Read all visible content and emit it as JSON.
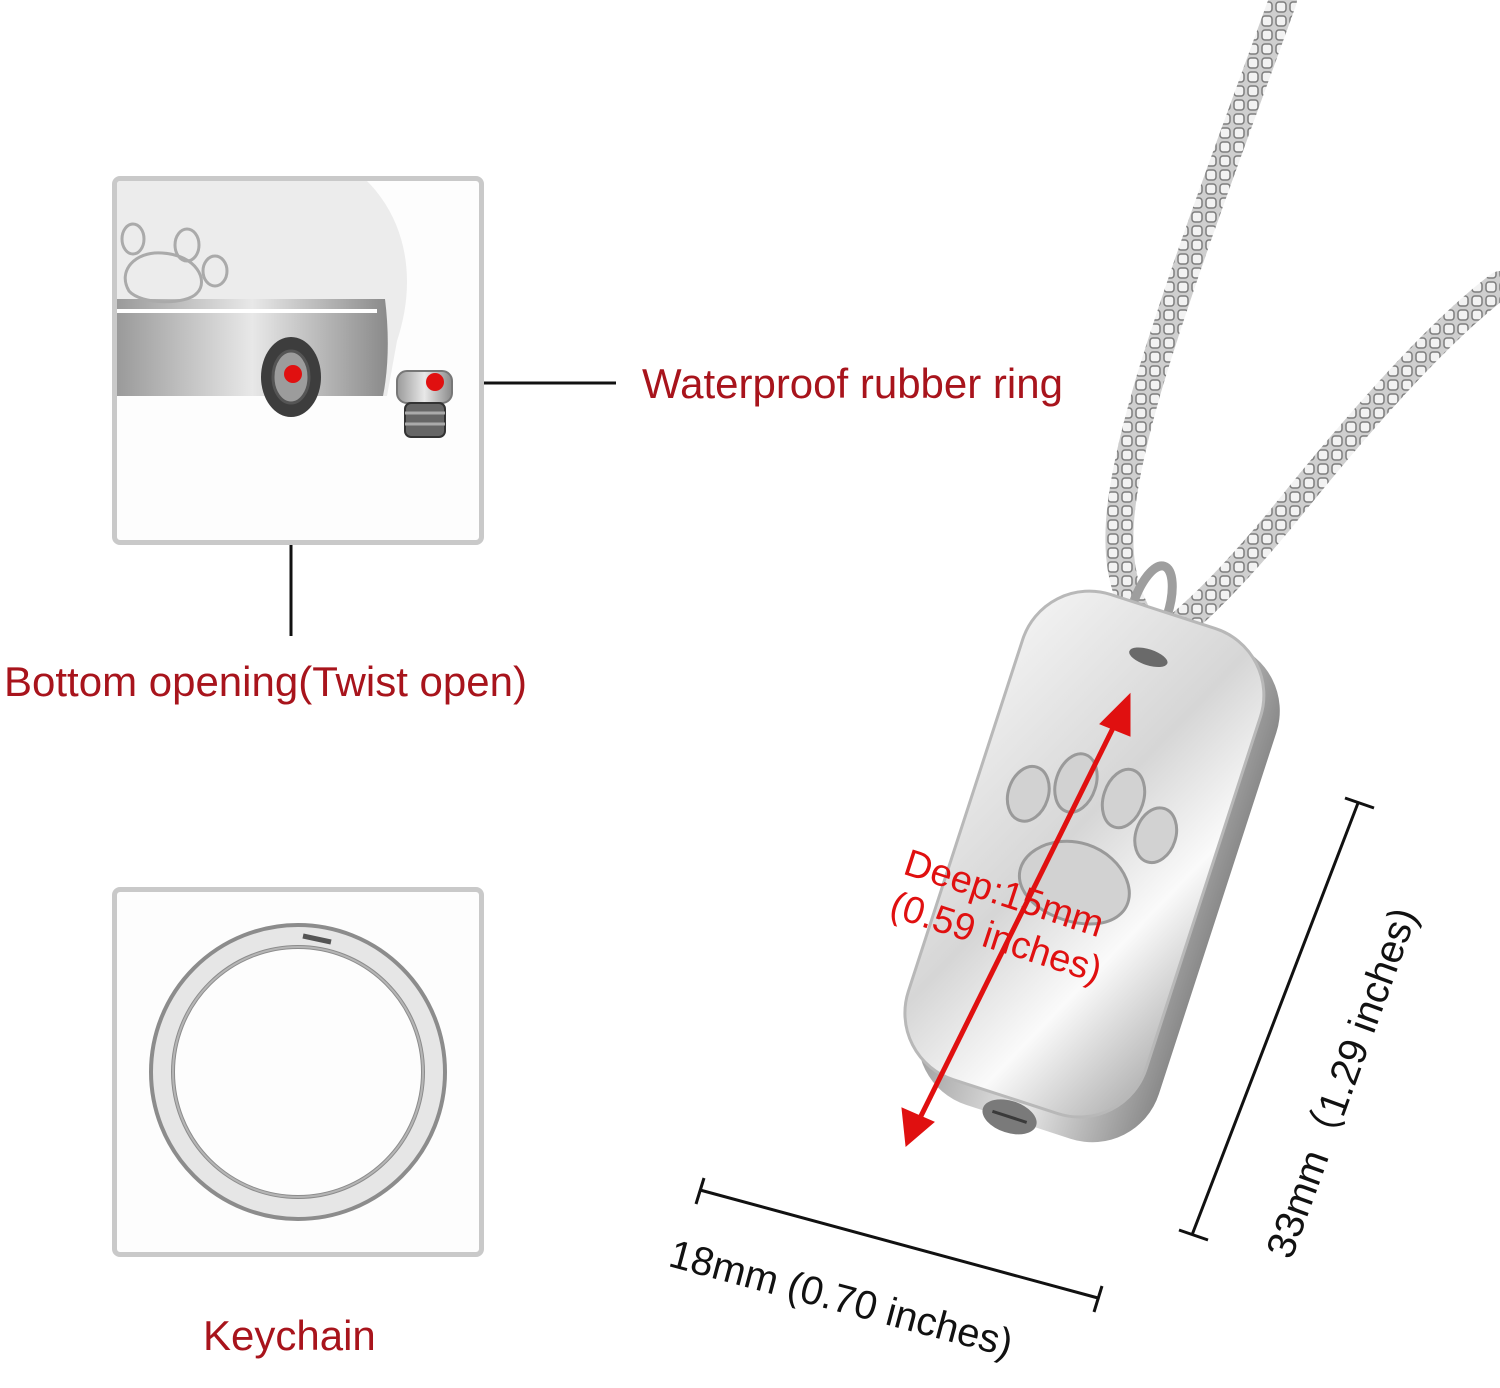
{
  "callouts": {
    "waterproof_ring": "Waterproof rubber ring",
    "bottom_opening": "Bottom opening(Twist open)",
    "keychain": "Keychain"
  },
  "dimensions": {
    "depth_line1": "Deep:15mm",
    "depth_line2": "(0.59 inches)",
    "height": "33mm（1.29 inches)",
    "width": "18mm (0.70 inches)"
  },
  "colors": {
    "callout_text": "#a8141c",
    "marker_red": "#e01010",
    "dimension_text": "#111111",
    "frame_border": "#c9c9c9"
  },
  "icons": [
    "paw-print-icon",
    "keyring-icon",
    "screw-plug-icon",
    "chain-icon"
  ]
}
